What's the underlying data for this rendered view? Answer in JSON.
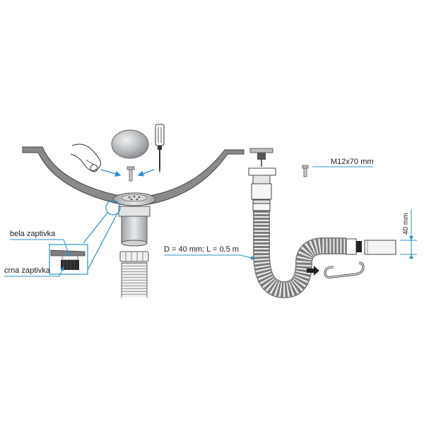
{
  "labels": {
    "bela_zaptivka": "bela zaptivka",
    "crna_zaptivka": "crna zaptivka",
    "screw_spec": "M12x70 mm",
    "hose_spec": "D = 40 mm; L = 0,5 m",
    "height_dim": "40 mm"
  },
  "colors": {
    "leader": "#2a8fc9",
    "outline": "#555555",
    "sink_fill": "#8a8a8a",
    "metal": "#bfc3c6",
    "dark": "#333333"
  }
}
